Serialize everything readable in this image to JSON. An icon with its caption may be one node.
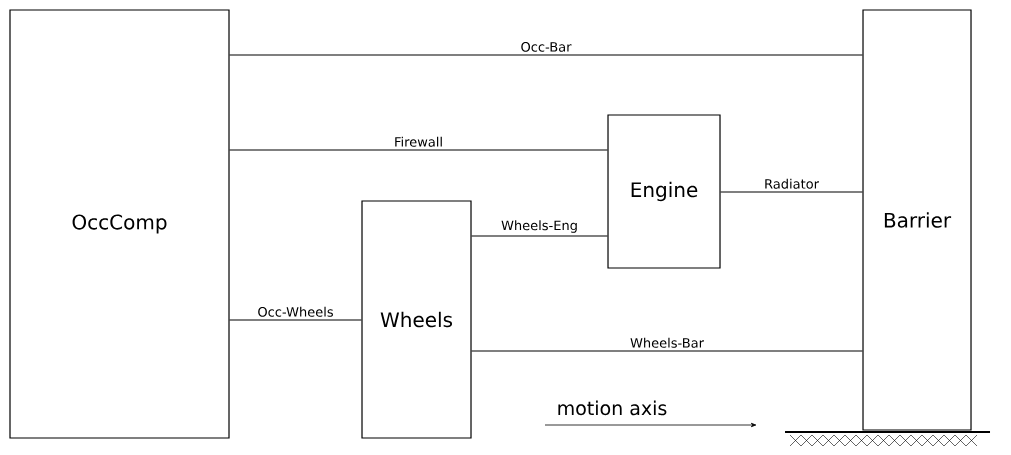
{
  "diagram": {
    "nodes": [
      {
        "text": [
          "OccComp"
        ]
      },
      {
        "text": [
          "Engine"
        ]
      },
      {
        "text": [
          "Wheels"
        ]
      },
      {
        "text": [
          "Barrier"
        ]
      }
    ],
    "edges": [
      {
        "from": 0,
        "to": 3,
        "arrow": "none",
        "label": "Occ-Bar"
      },
      {
        "from": 0,
        "to": 1,
        "arrow": "none",
        "label": "Firewall"
      },
      {
        "from": 1,
        "to": 3,
        "arrow": "none",
        "label": "Radiator"
      },
      {
        "from": 2,
        "to": 1,
        "arrow": "none",
        "label": "Wheels-Eng"
      },
      {
        "from": 0,
        "to": 2,
        "arrow": "none",
        "label": "Occ-Wheels"
      },
      {
        "from": 2,
        "to": 3,
        "arrow": "none",
        "label": "Wheels-Bar"
      }
    ],
    "labels": [
      "motion axis"
    ]
  }
}
